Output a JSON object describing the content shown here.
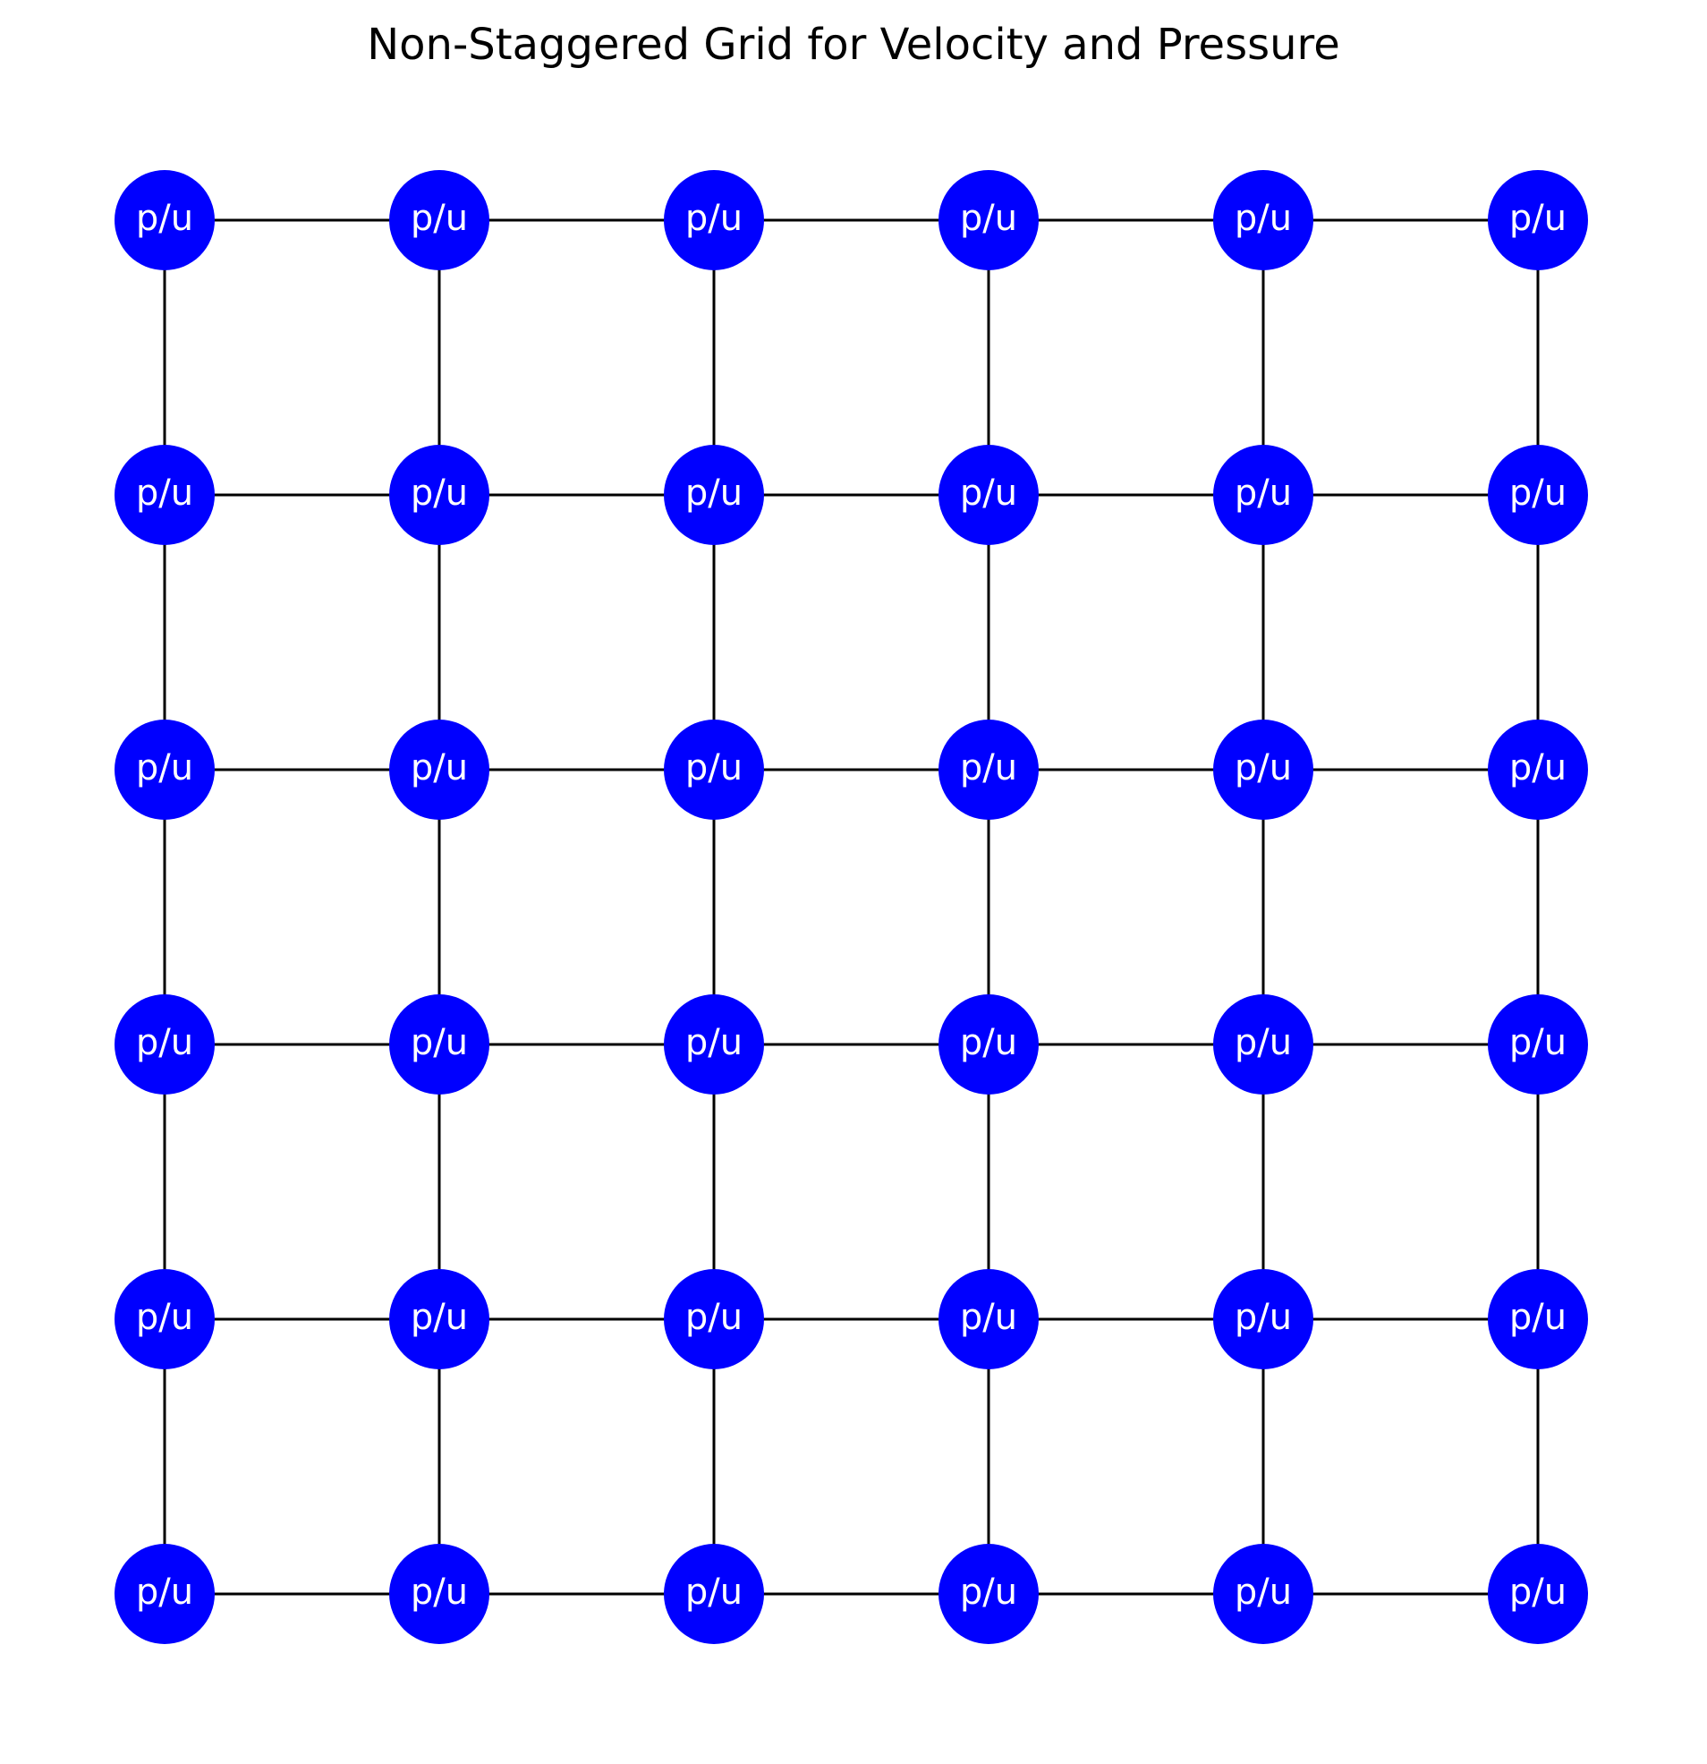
{
  "title": "Non-Staggered Grid for Velocity and Pressure",
  "grid": {
    "rows": 6,
    "cols": 6,
    "node_label": "p/u",
    "node_color": "#0000ff",
    "label_color": "#ffffff",
    "edge_color": "#000000"
  }
}
